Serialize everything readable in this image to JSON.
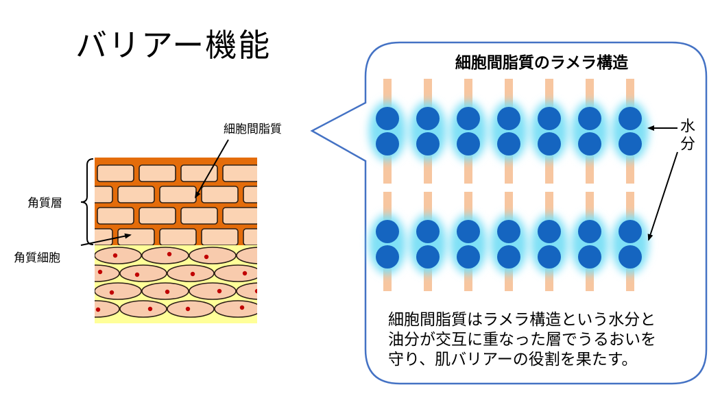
{
  "title": "バリアー機能",
  "skin_diagram": {
    "label_stratum_corneum": "角質層",
    "label_corneocyte": "角質細胞",
    "label_intercellular_lipid": "細胞間脂質"
  },
  "lamellar_panel": {
    "title": "細胞間脂質のラメラ構造",
    "water_label": "水分",
    "description_lines": [
      "細胞間脂質はラメラ構造という水分と",
      "油分が交互に重なった層でうるおいを",
      "守り、肌バリアーの役割を果たす。"
    ]
  },
  "colors": {
    "lipid_mortar": "#E46C0A",
    "corneocyte": "#FBD3B3",
    "outline": "#2B1E16",
    "granular_layer": "#FFFF99",
    "cell": "#F8CBAD",
    "nucleus": "#C00000",
    "lipid_chain": "#F7C6A0",
    "water": "#1565C0",
    "water_glow": "#7FE0F6",
    "bubble_border": "#4472C4",
    "arrow": "#000000"
  }
}
